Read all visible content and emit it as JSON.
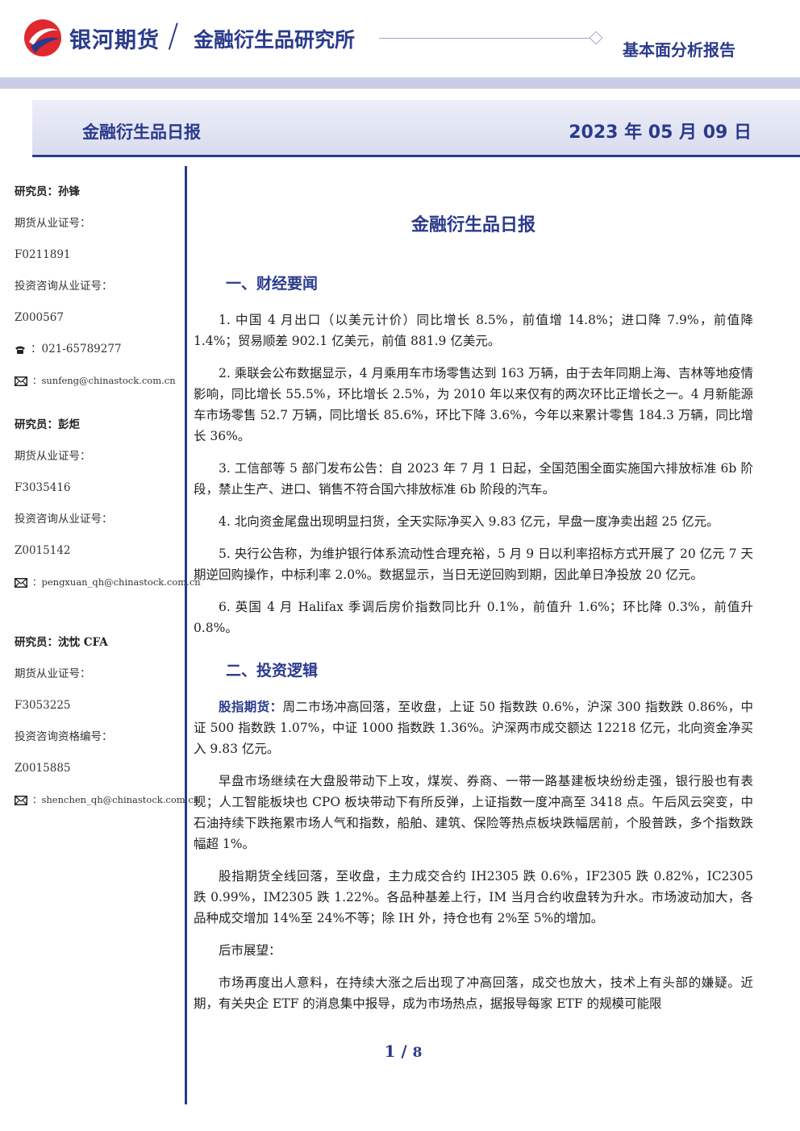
{
  "header": {
    "company": "银河期货",
    "institute": "金融衍生品研究所",
    "report_type": "基本面分析报告",
    "colors": {
      "brand_blue": "#2a3a8c",
      "brand_red": "#e0282e",
      "band": "#c9cde6"
    }
  },
  "title_bar": {
    "title": "金融衍生品日报",
    "date": "2023 年 05 月 09 日"
  },
  "sidebar": {
    "analysts": [
      {
        "name": "研究员：孙锋",
        "cert_label": "期货从业证号：",
        "cert": "F0211891",
        "invest_label": "投资咨询从业证号：",
        "invest": "Z000567",
        "phone": "：021-65789277",
        "email": "：sunfeng@chinastock.com.cn"
      },
      {
        "name": "研究员：彭炬",
        "cert_label": "期货从业证号：",
        "cert": "F3035416",
        "invest_label": "投资咨询从业证号：",
        "invest": "Z0015142",
        "email": "：pengxuan_qh@chinastock.com.cn"
      },
      {
        "name": "研究员：沈忱 CFA",
        "cert_label": "期货从业证号：",
        "cert": "F3053225",
        "invest_label": "投资咨询资格编号：",
        "invest": "Z0015885",
        "email": "：shenchen_qh@chinastock.com.cn"
      }
    ]
  },
  "main": {
    "doc_title": "金融衍生品日报",
    "section1": {
      "heading": "一、财经要闻",
      "items": [
        "1. 中国 4 月出口（以美元计价）同比增长 8.5%，前值增 14.8%；进口降 7.9%，前值降 1.4%；贸易顺差 902.1 亿美元，前值 881.9 亿美元。",
        "2. 乘联会公布数据显示，4 月乘用车市场零售达到 163 万辆，由于去年同期上海、吉林等地疫情影响，同比增长 55.5%，环比增长 2.5%，为 2010 年以来仅有的两次环比正增长之一。4 月新能源车市场零售 52.7 万辆，同比增长 85.6%，环比下降 3.6%，今年以来累计零售 184.3 万辆，同比增长 36%。",
        "3. 工信部等 5 部门发布公告：自 2023 年 7 月 1 日起，全国范围全面实施国六排放标准 6b 阶段，禁止生产、进口、销售不符合国六排放标准 6b 阶段的汽车。",
        "4. 北向资金尾盘出现明显扫货，全天实际净买入 9.83 亿元，早盘一度净卖出超 25 亿元。",
        "5. 央行公告称，为维护银行体系流动性合理充裕，5 月 9 日以利率招标方式开展了 20 亿元 7 天期逆回购操作，中标利率 2.0%。数据显示，当日无逆回购到期，因此单日净投放 20 亿元。",
        "6. 英国 4 月 Halifax 季调后房价指数同比升 0.1%，前值升 1.6%；环比降 0.3%，前值升 0.8%。"
      ]
    },
    "section2": {
      "heading": "二、投资逻辑",
      "p1_label": "股指期货：",
      "p1_text": "周二市场冲高回落，至收盘，上证 50 指数跌 0.6%，沪深 300 指数跌 0.86%，中证 500 指数跌 1.07%，中证 1000 指数跌 1.36%。沪深两市成交额达 12218 亿元，北向资金净买入 9.83 亿元。",
      "p2": "早盘市场继续在大盘股带动下上攻，煤炭、券商、一带一路基建板块纷纷走强，银行股也有表现；人工智能板块也 CPO 板块带动下有所反弹，上证指数一度冲高至 3418 点。午后风云突变，中石油持续下跌拖累市场人气和指数，船舶、建筑、保险等热点板块跌幅居前，个股普跌，多个指数跌幅超 1%。",
      "p3": "股指期货全线回落，至收盘，主力成交合约 IH2305 跌 0.6%，IF2305 跌 0.82%，IC2305 跌 0.99%，IM2305 跌 1.22%。各品种基差上行，IM 当月合约收盘转为升水。市场波动加大，各品种成交增加 14%至 24%不等；除 IH 外，持仓也有 2%至 5%的增加。",
      "p4": "后市展望：",
      "p5": "市场再度出人意料，在持续大涨之后出现了冲高回落，成交也放大，技术上有头部的嫌疑。近期，有关央企 ETF 的消息集中报导，成为市场热点，据报导每家 ETF 的规模可能限"
    }
  },
  "footer": {
    "page": "1",
    "sep": " / ",
    "total": "8"
  }
}
